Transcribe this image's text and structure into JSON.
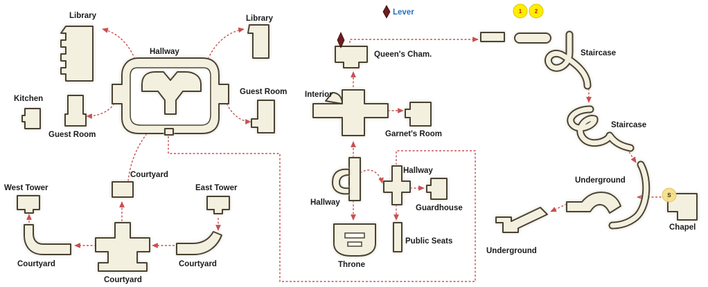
{
  "colors": {
    "route": "#c85050",
    "lever": "#6b1e1e",
    "lever_label": "#2a6fc0",
    "save_point": "#f5e08a",
    "numbered_marker": "#ffee00",
    "numbered_marker_text": "#d01010",
    "room_fill": "#f4f0e0",
    "room_outline": "#4a4230"
  },
  "legend": {
    "lever_label": "Lever",
    "lever_icon": "diamond-icon"
  },
  "labels": {
    "library_west": "Library",
    "library_east": "Library",
    "hallway_main": "Hallway",
    "kitchen": "Kitchen",
    "guest_room_west": "Guest Room",
    "guest_room_east": "Guest Room",
    "courtyard_north": "Courtyard",
    "west_tower": "West Tower",
    "east_tower": "East Tower",
    "courtyard_west": "Courtyard",
    "courtyard_east": "Courtyard",
    "courtyard_south": "Courtyard",
    "queens_chamber": "Queen's Cham.",
    "interior": "Interior",
    "garnets_room": "Garnet's Room",
    "hallway_west": "Hallway",
    "hallway_east": "Hallway",
    "guardhouse": "Guardhouse",
    "public_seats": "Public Seats",
    "throne": "Throne",
    "staircase_upper": "Staircase",
    "staircase_lower": "Staircase",
    "underground_upper": "Underground",
    "underground_lower": "Underground",
    "chapel": "Chapel"
  },
  "markers": {
    "marker_1": "1",
    "marker_2": "2",
    "save_point": "S"
  }
}
